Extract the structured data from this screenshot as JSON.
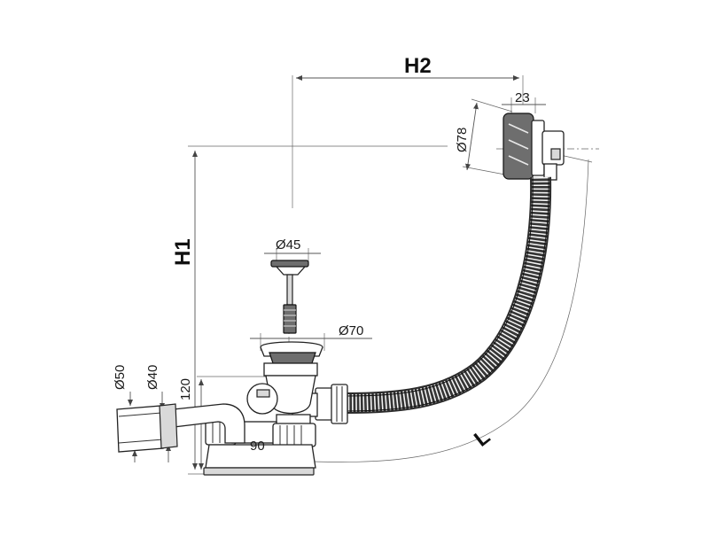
{
  "labels": {
    "h1": "H1",
    "h2": "H2",
    "l": "L",
    "d78": "Ø78",
    "d23": "23",
    "d45": "Ø45",
    "d70": "Ø70",
    "d50": "Ø50",
    "d40": "Ø40",
    "d120": "120",
    "d90": "90"
  },
  "colors": {
    "line": "#222222",
    "dimension": "#555555",
    "hose": "#3a3a3a",
    "gray_fill": "#d9d9d9"
  }
}
